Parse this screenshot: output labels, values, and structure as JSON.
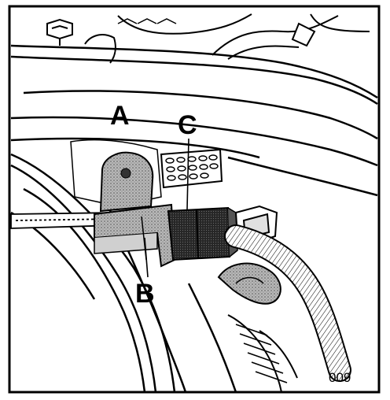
{
  "figure": {
    "labels": {
      "a": "A",
      "b": "B",
      "c": "C"
    },
    "reference": "009"
  },
  "colors": {
    "ink": "#000000",
    "paper": "#ffffff",
    "shade": "#9a9a9a",
    "dark": "#2b2b2b"
  }
}
